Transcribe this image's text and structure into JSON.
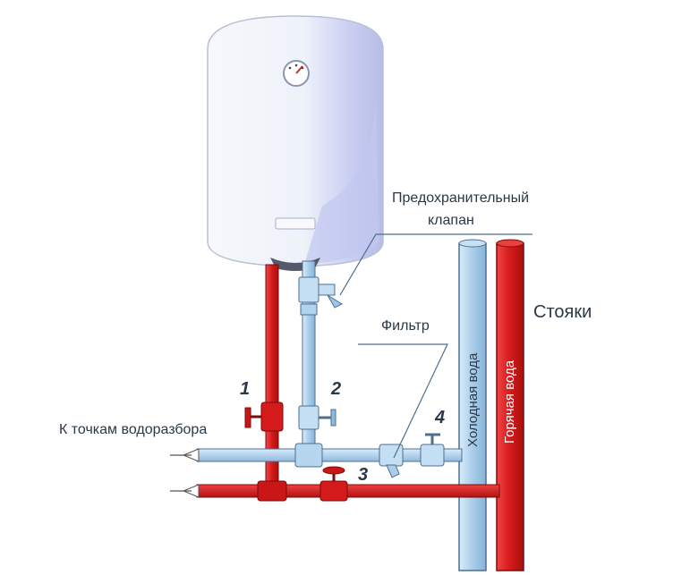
{
  "labels": {
    "valve_line1": "Предохранительный",
    "valve_line2": "клапан",
    "filter": "Фильтр",
    "risers": "Стояки",
    "to_points": "К точкам водоразбора",
    "cold_water": "Холодная вода",
    "hot_water": "Горячая вода"
  },
  "numbers": {
    "n1": "1",
    "n2": "2",
    "n3": "3",
    "n4": "4"
  },
  "colors": {
    "hot_pipe": "#d41a1a",
    "cold_pipe": "#a9cdea",
    "pipe_outline": "#4f6f8f",
    "tank_body": "#e9eff7",
    "text": "#2a3848"
  }
}
